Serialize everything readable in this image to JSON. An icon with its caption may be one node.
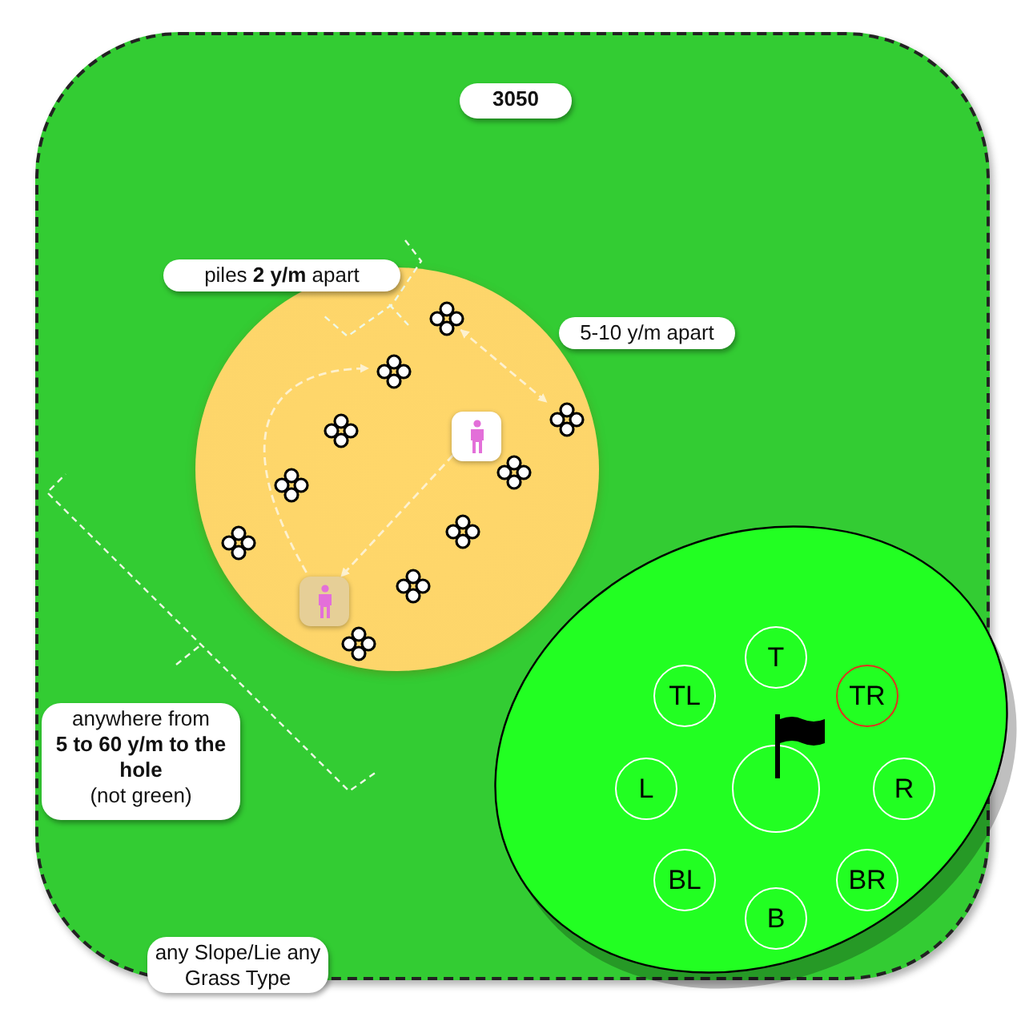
{
  "diagram": {
    "nodes": [
      {
        "text": [],
        "shape": "box"
      },
      {
        "text": [
          "3050"
        ],
        "in": 0
      },
      {
        "text": [
          "piles **2 y/m** apart"
        ],
        "in": 0
      },
      {
        "text": [
          "5-10 y/m apart"
        ],
        "in": 0
      },
      {
        "text": [],
        "shape": "circle",
        "in": 0
      },
      {
        "text": [],
        "shape": "picture",
        "in": 4
      },
      {
        "text": [],
        "shape": "picture",
        "in": 4
      },
      {
        "text": [],
        "shape": "picture",
        "in": 4
      },
      {
        "text": [],
        "shape": "picture",
        "in": 4
      },
      {
        "text": [],
        "shape": "picture",
        "in": 4
      },
      {
        "text": [],
        "shape": "picture",
        "in": 4
      },
      {
        "text": [],
        "shape": "picture",
        "in": 4
      },
      {
        "text": [],
        "shape": "picture",
        "in": 4
      },
      {
        "text": [],
        "shape": "picture",
        "in": 4
      },
      {
        "text": [],
        "shape": "picture",
        "in": 4
      },
      {
        "text": [],
        "shape": "person",
        "in": 4
      },
      {
        "text": [],
        "shape": "person",
        "in": 4
      },
      {
        "text": [
          "anywhere from **5 to 60 y/m to the hole** (not green)"
        ],
        "in": 0
      },
      {
        "text": [],
        "shape": "ellipse",
        "in": 0
      },
      {
        "text": [
          "T"
        ],
        "in": 18
      },
      {
        "text": [
          "TL"
        ],
        "in": 18
      },
      {
        "text": [
          "TR"
        ],
        "in": 18
      },
      {
        "text": [
          "L"
        ],
        "in": 18
      },
      {
        "text": [],
        "shape": "circle",
        "in": 18
      },
      {
        "text": [
          "R"
        ],
        "in": 18
      },
      {
        "text": [
          "BL"
        ],
        "in": 18
      },
      {
        "text": [
          "BR"
        ],
        "in": 18
      },
      {
        "text": [
          "B"
        ],
        "in": 18
      },
      {
        "text": [
          "any Slope/Lie any Grass Type"
        ],
        "in": 0
      }
    ],
    "edges": [
      {
        "from": 15,
        "to": 16,
        "arrow": "to",
        "style": "dashed"
      },
      {
        "from": 16,
        "to": 6,
        "arrow": "to",
        "style": "dashed"
      },
      {
        "from": 5,
        "to": 7,
        "arrow": "both",
        "style": "dashed"
      }
    ]
  }
}
